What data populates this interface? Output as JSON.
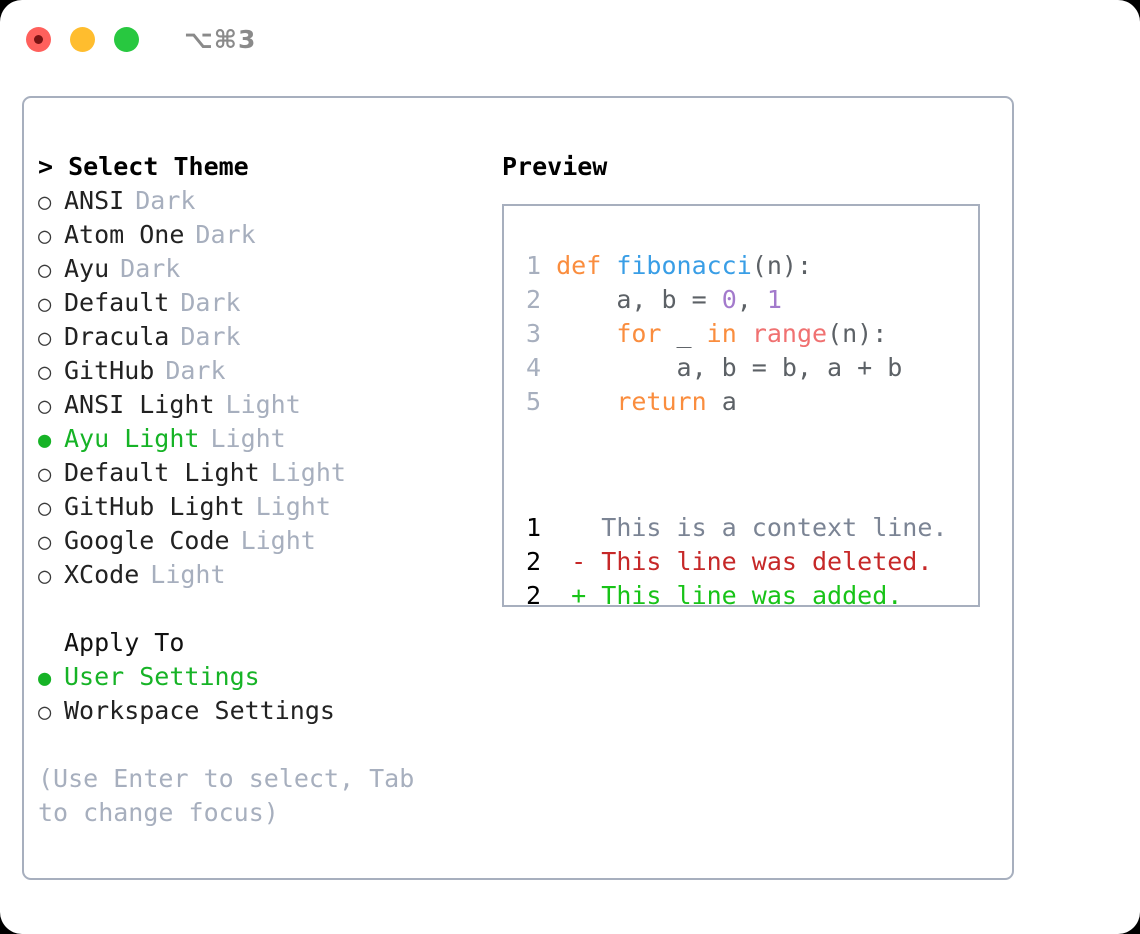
{
  "titlebar": {
    "shortcut": "⌥⌘3",
    "buttons": [
      {
        "name": "close",
        "color": "#ff605c"
      },
      {
        "name": "minimize",
        "color": "#ffbd2e"
      },
      {
        "name": "maximize",
        "color": "#28c840"
      }
    ]
  },
  "left": {
    "heading": "> Select Theme",
    "themes": [
      {
        "marker": "○",
        "name": "ANSI",
        "variant": "Dark",
        "selected": false
      },
      {
        "marker": "○",
        "name": "Atom One",
        "variant": "Dark",
        "selected": false
      },
      {
        "marker": "○",
        "name": "Ayu",
        "variant": "Dark",
        "selected": false
      },
      {
        "marker": "○",
        "name": "Default",
        "variant": "Dark",
        "selected": false
      },
      {
        "marker": "○",
        "name": "Dracula",
        "variant": "Dark",
        "selected": false
      },
      {
        "marker": "○",
        "name": "GitHub",
        "variant": "Dark",
        "selected": false
      },
      {
        "marker": "○",
        "name": "ANSI Light",
        "variant": "Light",
        "selected": false
      },
      {
        "marker": "●",
        "name": "Ayu Light",
        "variant": "Light",
        "selected": true
      },
      {
        "marker": "○",
        "name": "Default Light",
        "variant": "Light",
        "selected": false
      },
      {
        "marker": "○",
        "name": "GitHub Light",
        "variant": "Light",
        "selected": false
      },
      {
        "marker": "○",
        "name": "Google Code",
        "variant": "Light",
        "selected": false
      },
      {
        "marker": "○",
        "name": "XCode",
        "variant": "Light",
        "selected": false
      }
    ],
    "apply_to_label": "Apply To",
    "apply_to": [
      {
        "marker": "●",
        "name": "User Settings",
        "selected": true
      },
      {
        "marker": "○",
        "name": "Workspace Settings",
        "selected": false
      }
    ],
    "hint": "(Use Enter to select, Tab to change focus)"
  },
  "right": {
    "heading": "Preview",
    "code_lines": [
      {
        "num": "1",
        "tokens": [
          {
            "t": "def",
            "c": "tok-kw"
          },
          {
            "t": " ",
            "c": "tok-plain"
          },
          {
            "t": "fibonacci",
            "c": "tok-fn"
          },
          {
            "t": "(n):",
            "c": "tok-plain"
          }
        ]
      },
      {
        "num": "2",
        "tokens": [
          {
            "t": "    a, b = ",
            "c": "tok-plain"
          },
          {
            "t": "0",
            "c": "tok-num"
          },
          {
            "t": ", ",
            "c": "tok-plain"
          },
          {
            "t": "1",
            "c": "tok-num"
          }
        ]
      },
      {
        "num": "3",
        "tokens": [
          {
            "t": "    ",
            "c": "tok-plain"
          },
          {
            "t": "for",
            "c": "tok-kw"
          },
          {
            "t": " _ ",
            "c": "tok-plain"
          },
          {
            "t": "in",
            "c": "tok-kw"
          },
          {
            "t": " ",
            "c": "tok-plain"
          },
          {
            "t": "range",
            "c": "tok-builtin"
          },
          {
            "t": "(n):",
            "c": "tok-plain"
          }
        ]
      },
      {
        "num": "4",
        "tokens": [
          {
            "t": "        a, b = b, a + b",
            "c": "tok-plain"
          }
        ]
      },
      {
        "num": "5",
        "tokens": [
          {
            "t": "    ",
            "c": "tok-plain"
          },
          {
            "t": "return",
            "c": "tok-kw"
          },
          {
            "t": " a",
            "c": "tok-plain"
          }
        ]
      }
    ],
    "diff_lines": [
      {
        "num": "1",
        "sign": " ",
        "text": " This is a context line.",
        "kind": "diff-ctx"
      },
      {
        "num": "2",
        "sign": "-",
        "text": " This line was deleted.",
        "kind": "diff-del"
      },
      {
        "num": "2",
        "sign": "+",
        "text": " This line was added.",
        "kind": "diff-add"
      }
    ]
  }
}
